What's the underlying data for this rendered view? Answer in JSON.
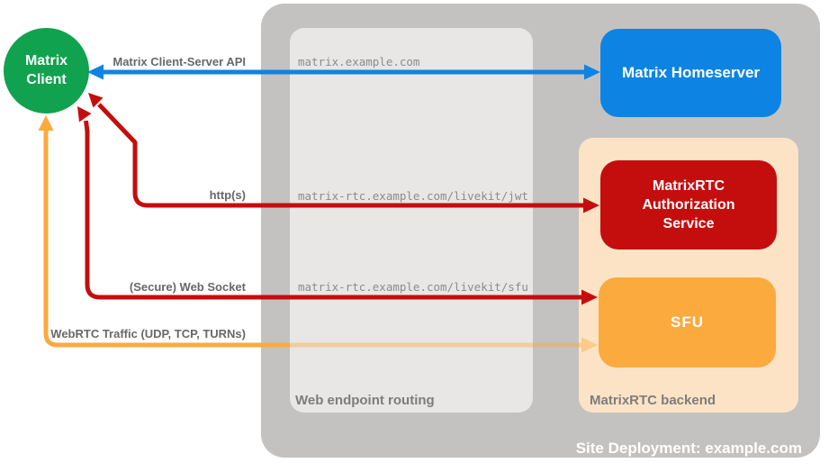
{
  "diagram": {
    "title": "Site Deployment: example.com",
    "client": {
      "line1": "Matrix",
      "line2": "Client"
    },
    "nodes": {
      "homeserver": "Matrix Homeserver",
      "auth_service": "MatrixRTC Authorization Service",
      "sfu": "SFU"
    },
    "panels": {
      "routing": "Web endpoint routing",
      "backend": "MatrixRTC backend"
    },
    "arrows": {
      "api": {
        "label": "Matrix Client-Server API",
        "endpoint": "matrix.example.com"
      },
      "http": {
        "label": "http(s)",
        "endpoint": "matrix-rtc.example.com/livekit/jwt"
      },
      "websocket": {
        "label": "(Secure) Web Socket",
        "endpoint": "matrix-rtc.example.com/livekit/sfu"
      },
      "webrtc": {
        "label": "WebRTC Traffic (UDP, TCP, TURNs)"
      }
    },
    "colors": {
      "green": "#10a24e",
      "blue": "#0d84e3",
      "red": "#c40e0e",
      "orange": "#fbaa3e",
      "peach": "#fce3c6",
      "outer-gray": "#c4c2c0",
      "panel-gray": "#e8e7e5",
      "label-gray": "#68686a",
      "mono-gray": "#8c8c8c",
      "panel-label-gray": "#7d7d7d"
    }
  }
}
